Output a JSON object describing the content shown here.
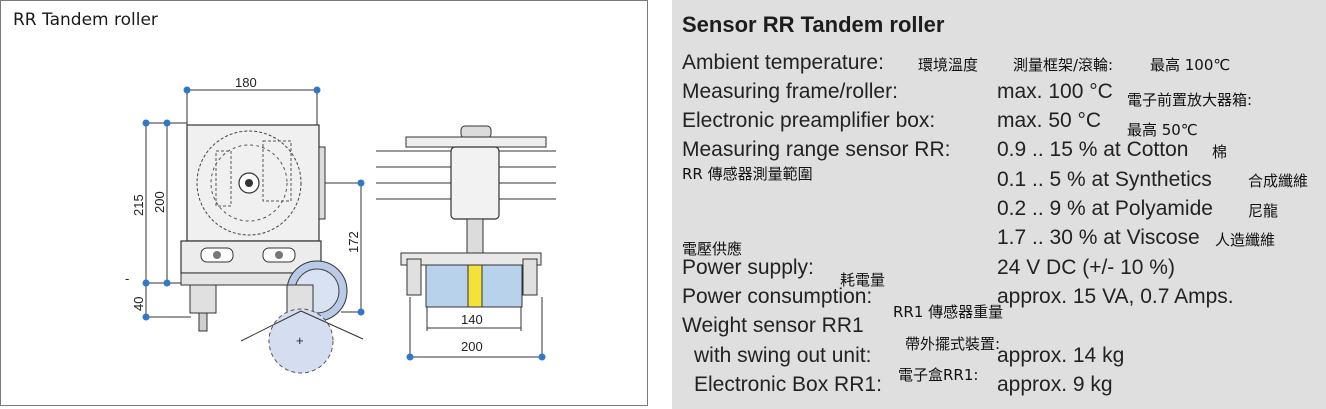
{
  "drawing": {
    "title": "RR Tandem roller",
    "dims": {
      "d180": "180",
      "d215": "215",
      "d200v": "200",
      "d40": "40",
      "d172": "172",
      "d140": "140",
      "d200h": "200",
      "dash": "-",
      "plus": "+"
    }
  },
  "specs": {
    "heading": "Sensor RR Tandem roller",
    "ambient_label": "Ambient temperature:",
    "ambient_zh": "環境溫度",
    "frame_zh": "測量框架/滾輪:",
    "frame_max_zh": "最高 100℃",
    "frame_label": "Measuring frame/roller:",
    "frame_value": "max. 100 °C",
    "preamp_zh": "電子前置放大器箱:",
    "preamp_label": "Electronic preamplifier box:",
    "preamp_value": "max. 50 °C",
    "preamp_max_zh": "最高 50℃",
    "range_label": "Measuring range sensor RR:",
    "range_zh": "RR 傳感器測量範圍",
    "ranges": [
      {
        "value": "0.9 .. 15 % at Cotton",
        "zh": "棉"
      },
      {
        "value": "0.1 ..   5 % at Synthetics",
        "zh": "合成纖維"
      },
      {
        "value": "0.2 ..   9 % at Polyamide",
        "zh": "尼龍"
      },
      {
        "value": "1.7 .. 30 % at Viscose",
        "zh": "人造纖維"
      }
    ],
    "power_supply_zh": "電壓供應",
    "power_supply_label": "Power supply:",
    "power_supply_value": "24 V DC (+/- 10 %)",
    "consumption_zh": "耗電量",
    "consumption_label": "Power consumption:",
    "consumption_value": "approx. 15 VA, 0.7 Amps.",
    "weight_zh": "RR1 傳感器重量",
    "weight_label": "Weight sensor RR1",
    "swing_zh": "帶外擺式裝置:",
    "swing_label": "with swing out unit:",
    "swing_value": "approx. 14 kg",
    "box_zh": "電子盒RR1:",
    "box_label": "Electronic Box RR1:",
    "box_value": "approx.   9 kg"
  }
}
